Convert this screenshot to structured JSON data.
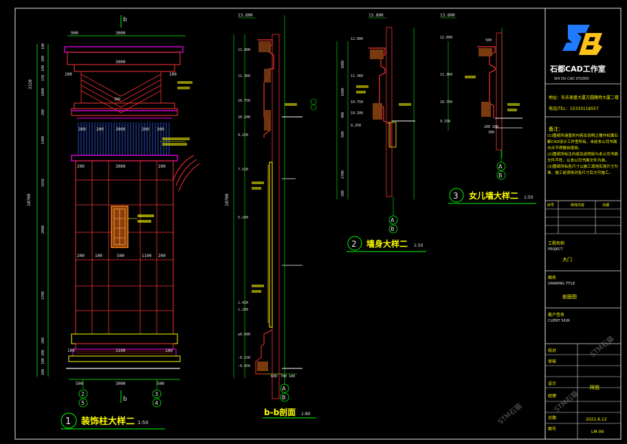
{
  "colors": {
    "bg": "#000000",
    "frame": "#e8e8e8",
    "white": "#ffffff",
    "yellow": "#ffff00",
    "green": "#00ff00",
    "red": "#ff3333",
    "magenta": "#ff00ff",
    "cyan": "#00ffff",
    "orange": "#ff8c1a",
    "blue": "#3366ff",
    "brown": "#b36b2a"
  },
  "drawing1": {
    "title": "装饰柱大样二",
    "scale": "1:50",
    "number": "1",
    "section_mark": "b",
    "dims_top": [
      "900",
      "3000"
    ],
    "dims_row1": [
      "100",
      "3000",
      "100"
    ],
    "dims_row2": [
      "300",
      "200",
      "3000",
      "200",
      "300"
    ],
    "dims_mid": [
      "200",
      "3000",
      "200"
    ],
    "dims_row3": [
      "200",
      "100",
      "500",
      "1100",
      "200"
    ],
    "dims_row4": [
      "100",
      "3100",
      "100"
    ],
    "dims_bottom": [
      "500",
      "3000",
      "500"
    ],
    "axes_bottom": [
      "2",
      "5",
      "3",
      "4"
    ],
    "left_dims": [
      "100",
      "200",
      "100",
      "150",
      "1000",
      "200",
      "1400",
      "1650",
      "2000",
      "2700",
      "200",
      "200",
      "100",
      "200",
      "100",
      "200"
    ],
    "total_height": "10700",
    "side_total": "3320",
    "center_labels": [
      "300",
      "3000"
    ]
  },
  "drawing2": {
    "title": "b-b剖面",
    "scale": "1:80",
    "top_elev": "13.800",
    "elevations": [
      "12.800",
      "11.360",
      "10.750",
      "10.200",
      "9.250",
      "7.520",
      "5.100",
      "1.420",
      "1.100",
      "±0.000",
      "-0.150",
      "-0.450"
    ],
    "bottom_dims": [
      "600",
      "700",
      "100"
    ],
    "left_total": "10700",
    "axis": [
      "A",
      "B"
    ]
  },
  "drawing3": {
    "title": "墙身大样二",
    "scale": "1:50",
    "number": "2",
    "top_elev": "13.800",
    "elevations": [
      "12.000",
      "11.360",
      "10.750",
      "10.200",
      "9.250"
    ],
    "left_dims": [
      "1000",
      "1600",
      "400",
      "600",
      "2700",
      "200"
    ],
    "axis": [
      "A",
      "B"
    ]
  },
  "drawing4": {
    "title": "女儿墙大样二",
    "scale": "1:50",
    "number": "3",
    "top_elev": "13.800",
    "elevations": [
      "12.000",
      "11.360",
      "10.750",
      "9.250"
    ],
    "dims": [
      "500",
      "200",
      "200",
      "300"
    ],
    "axis": [
      "A",
      "B"
    ]
  },
  "titleblock": {
    "company": "石都CAD工作室",
    "company_sub": "SHI DU CAD STUDIO",
    "address": "地址：东乐美盛大厦方圆路特大厦二楼",
    "tel": "电话/TEL：15333118557",
    "notes_heading": "备注：",
    "notes": [
      "(1)图纸所涵盖的内容及说明之著作权属石都CAD设计工作室所有，未经本公司书面允许不得擅自使用。",
      "(2)图纸所标注内容及说明如与本公司书面文件不符，以本公司书面文件为准。",
      "(3)图纸所标各尺寸以施工现场实测尺寸为准，施工前须核对各尺寸后方可施工。"
    ],
    "table_headers": [
      "序号",
      "修改内容",
      "日期"
    ],
    "project_label": "工程名称",
    "project_label_en": "PROJECT",
    "project_name": "大门",
    "drawing_label": "图名",
    "drawing_label_en": "DRAWING TITLE",
    "drawing_name": "剖面图",
    "client_label": "客户签名",
    "client_label_en": "CLIENT SIGN",
    "roles": [
      "校对",
      "审核",
      "设计",
      "经理"
    ],
    "designer": "阿祖",
    "date_label": "日期",
    "date": "2021.6.12",
    "sheet_label": "图号",
    "sheet": "LM-06",
    "watermark": "STM石猫"
  }
}
